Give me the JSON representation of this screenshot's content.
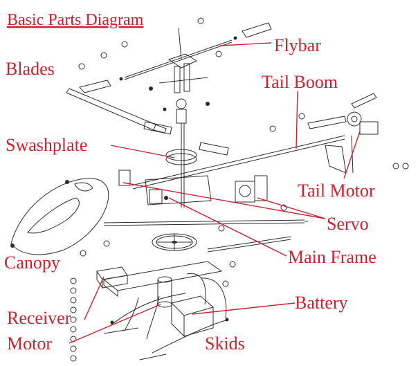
{
  "diagram": {
    "title": "Basic Parts Diagram",
    "labels": {
      "flybar": "Flybar",
      "blades": "Blades",
      "tail_boom": "Tail Boom",
      "swashplate": "Swashplate",
      "tail_motor": "Tail Motor",
      "servo": "Servo",
      "canopy": "Canopy",
      "main_frame": "Main Frame",
      "battery": "Battery",
      "receiver": "Receiver",
      "motor": "Motor",
      "skids": "Skids"
    },
    "accent_color": "#d21f2b",
    "line_color": "#2b2b2b"
  }
}
